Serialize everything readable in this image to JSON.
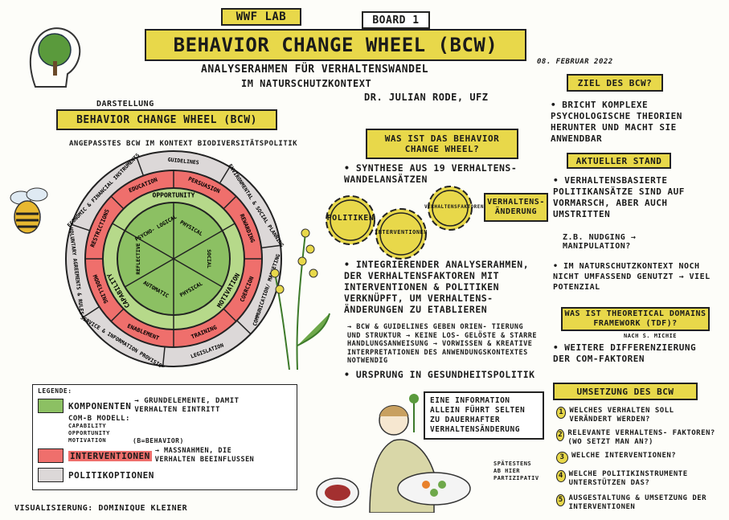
{
  "header": {
    "lab": "WWF LAB",
    "board": "BOARD 1",
    "title": "BEHAVIOR CHANGE WHEEL (BCW)",
    "subtitle_line1": "ANALYSERAHMEN für VERHALTENSWANDEL",
    "subtitle_line2": "im NATURSCHUTZKONTEXT",
    "author": "DR. JULIAN RODE, UFZ",
    "date": "08. Februar 2022"
  },
  "left": {
    "darstellung": "DARSTELLUNG",
    "banner": "BEHAVIOR CHANGE WHEEL (BCW)",
    "note": "ANGEPASSTES BCW IM KONTEXT BIODIVERSITÄTSPOLITIK"
  },
  "wheel": {
    "outer": [
      "GUIDELINES",
      "ENVIRONMENTAL & SOCIAL PLANNING",
      "COMMUNICATION/ MARKETING",
      "LEGISLATION",
      "SERVICE & INFORMATION PROVISION",
      "VOLUNTARY AGREEMENTS & RULES",
      "ECONOMIC & FINANCIAL INSTRUMENTS"
    ],
    "interventions": [
      "EDUCATION",
      "PERSUASION",
      "REWARDING",
      "COERCION",
      "TRAINING",
      "ENABLEMENT",
      "MODELLING",
      "RESTRICTIONS"
    ],
    "bands": [
      "CAPABILITY",
      "OPPORTUNITY",
      "MOTIVATION"
    ],
    "core": [
      "PHYSICAL",
      "SOCIAL",
      "PHYSICAL",
      "AUTOMATIC",
      "REFLECTIVE",
      "PSYCHO- LOGICAL"
    ]
  },
  "middle": {
    "was_ist": "WAS IST DAS BEHAVIOR CHANGE WHEEL?",
    "synthese": "• SYNTHESE AUS 19 VERHALTENS- WANDELANSÄTZEN",
    "gears": [
      "POLITIKEN",
      "INTERVENTIONEN",
      "VERHALTENSFAKTOREN"
    ],
    "result": "VERHALTENS- ÄNDERUNG",
    "p1": "• INTEGRIERENDER ANALYSERAHMEN, DER VERHALTENSFAKTOREN MIT INTERVENTIONEN & POLITIKEN VERKNÜPFT, UM VERHALTENS- ÄNDERUNGEN ZU ETABLIEREN",
    "p2": "→ BCW & GUIDELINES GEBEN ORIEN- TIERUNG UND STRUKTUR → KEINE LOS- GELÖSTE & STARRE HANDLUNGSANWEISUNG → VORWISSEN & KREATIVE INTERPRETATIONEN DES ANWENDUNGSKONTEXTES NOTWENDIG",
    "p3": "• URSPRUNG IN GESUNDHEITSPOLITIK",
    "speech": "EINE INFORMATION ALLEIN FÜHRT SELTEN ZU DAUERHAFTER VERHALTENSÄNDERUNG",
    "partizipativ": "SPÄTESTENS AB HIER PARTIZIPATIV"
  },
  "right": {
    "ziel_title": "ZIEL DES BCW?",
    "ziel_text": "• BRICHT KOMPLEXE PSYCHOLOGISCHE THEORIEN HERUNTER UND MACHT SIE ANWENDBAR",
    "stand_title": "AKTUELLER STAND",
    "stand_text": "• VERHALTENSBASIERTE POLITIKANSÄTZE SIND AUF VORMARSCH, ABER AUCH UMSTRITTEN",
    "nudging": "z.B. NUDGING → MANIPULATION?",
    "kontext": "• IM NATURSCHUTZKONTEXT NOCH NICHT UMFASSEND GENUTZT → VIEL POTENZIAL",
    "tdf_title": "WAS IST THEORETICAL DOMAINS FRAMEWORK (TDF)?",
    "tdf_note": "nach S. MICHIE",
    "tdf_text": "• WEITERE DIFFERENZIERUNG DER COM-FAKTOREN",
    "umsetzung_title": "UMSETZUNG DES BCW",
    "steps": [
      {
        "n": "1",
        "t": "WELCHES VERHALTEN SOLL VERÄNDERT WERDEN?"
      },
      {
        "n": "2",
        "t": "RELEVANTE VERHALTENS- FAKTOREN? (WO SETZT MAN AN?)"
      },
      {
        "n": "3",
        "t": "WELCHE INTERVENTIONEN?"
      },
      {
        "n": "4",
        "t": "WELCHE POLITIKINSTRUMENTE UNTERSTÜTZEN DAS?"
      },
      {
        "n": "5",
        "t": "AUSGESTALTUNG & UMSETZUNG DER INTERVENTIONEN"
      }
    ]
  },
  "legend": {
    "title": "LEGENDE:",
    "komponenten": "KOMPONENTEN",
    "komponenten_desc": "→ GRUNDELEMENTE, DAMIT VERHALTEN EINTRITT",
    "comb": "COM-B MODELL:",
    "comb_items": "CAPABILITY OPPORTUNITY MOTIVATION",
    "b": "(B=BEHAVIOR)",
    "interventionen": "INTERVENTIONEN",
    "interventionen_desc": "→ MAßNAHMEN, DIE VERHALTEN BEEINFLUSSEN",
    "politik": "POLITIKOPTIONEN",
    "colors": {
      "komponenten": "#8cc063",
      "interventionen": "#ef6f6c",
      "politik": "#dcd8d8"
    }
  },
  "footer": "VISUALISIERUNG: DOMINIQUE KLEINER"
}
